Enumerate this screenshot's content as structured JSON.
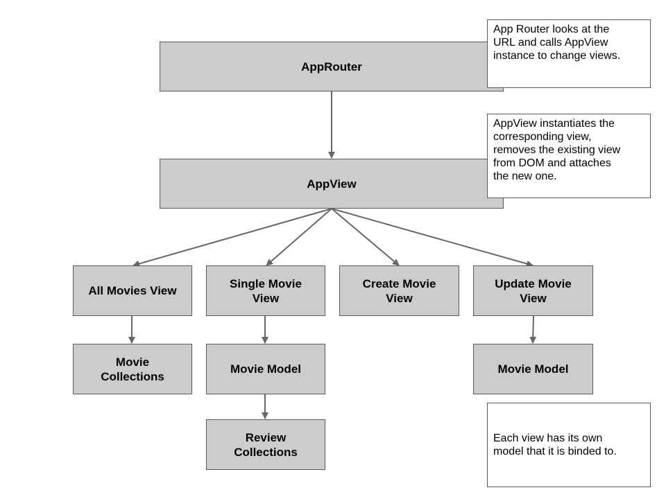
{
  "boxes": {
    "approuter": "AppRouter",
    "appview": "AppView",
    "all_movies_view": "All Movies View",
    "single_movie_view": "Single Movie\nView",
    "create_movie_view": "Create Movie\nView",
    "update_movie_view": "Update Movie\nView",
    "movie_collections": "Movie\nCollections",
    "movie_model_single": "Movie Model",
    "review_collections": "Review\nCollections",
    "movie_model_update": "Movie Model"
  },
  "notes": {
    "router": "App Router looks at the\nURL and calls AppView\ninstance to change views.",
    "appview": "AppView instantiates the\ncorresponding view,\nremoves the existing view\nfrom DOM and attaches\nthe new one.",
    "model": "Each view has its own\nmodel that it is binded to."
  },
  "colors": {
    "box_fill": "#cccccc",
    "border": "#595959",
    "arrow": "#666666",
    "note_fill": "#ffffff"
  }
}
